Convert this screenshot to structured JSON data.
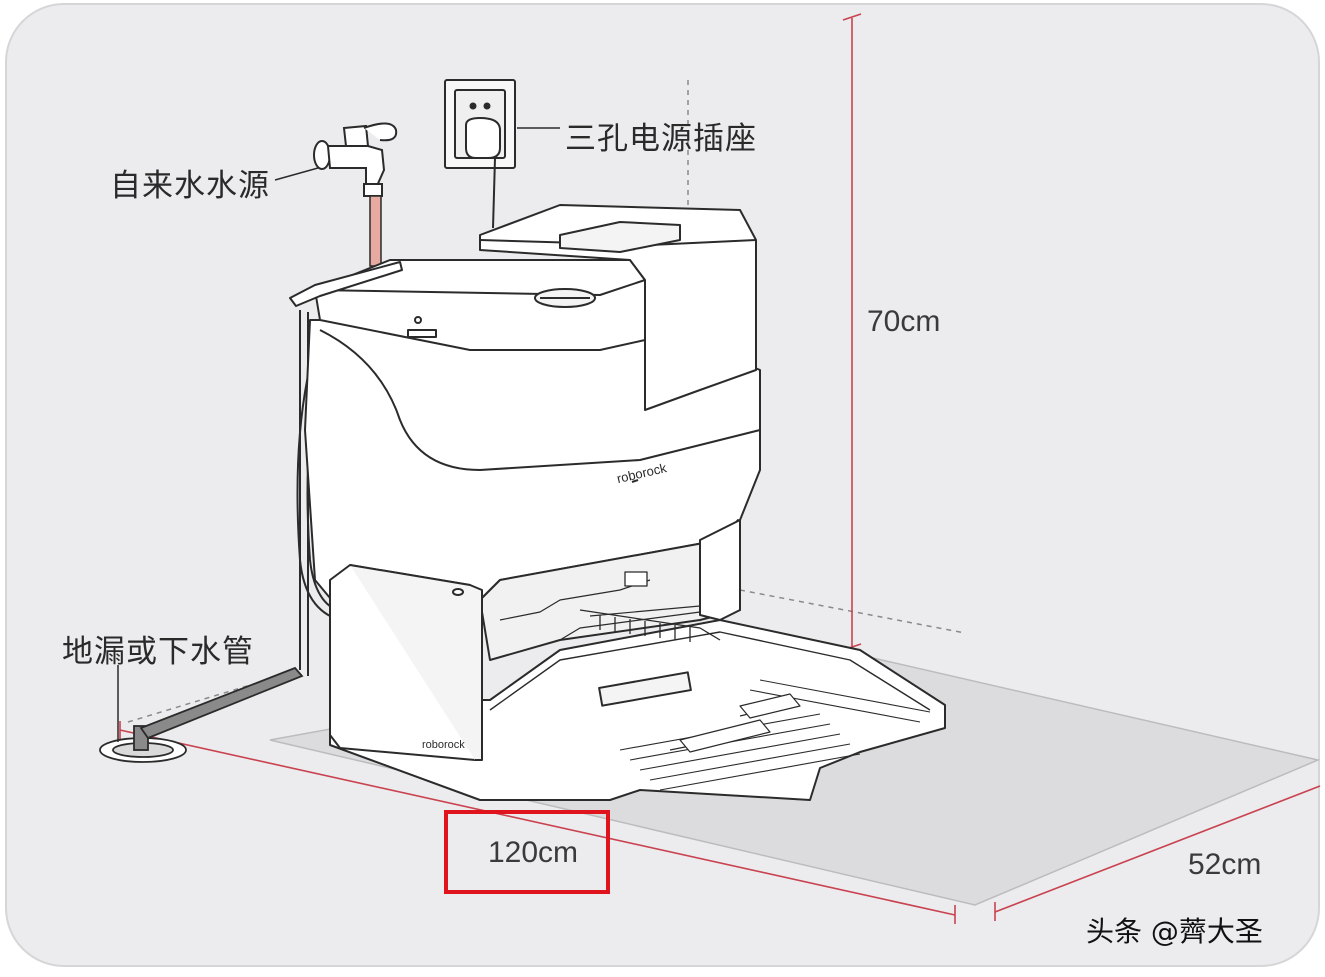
{
  "labels": {
    "water_source": "自来水水源",
    "socket": "三孔电源插座",
    "drain": "地漏或下水管"
  },
  "dimensions": {
    "height": "70cm",
    "width": "120cm",
    "depth": "52cm"
  },
  "brand": {
    "logo_text": "roborock"
  },
  "watermark": "头条 @薺大圣",
  "colors": {
    "card_background": "#ececee",
    "floor_zone": "#dcdcde",
    "dimension_line": "#c9424f",
    "highlight_box": "#e0141c",
    "water_pipe": "#e7aaa0",
    "outline": "#2b2b2b"
  }
}
